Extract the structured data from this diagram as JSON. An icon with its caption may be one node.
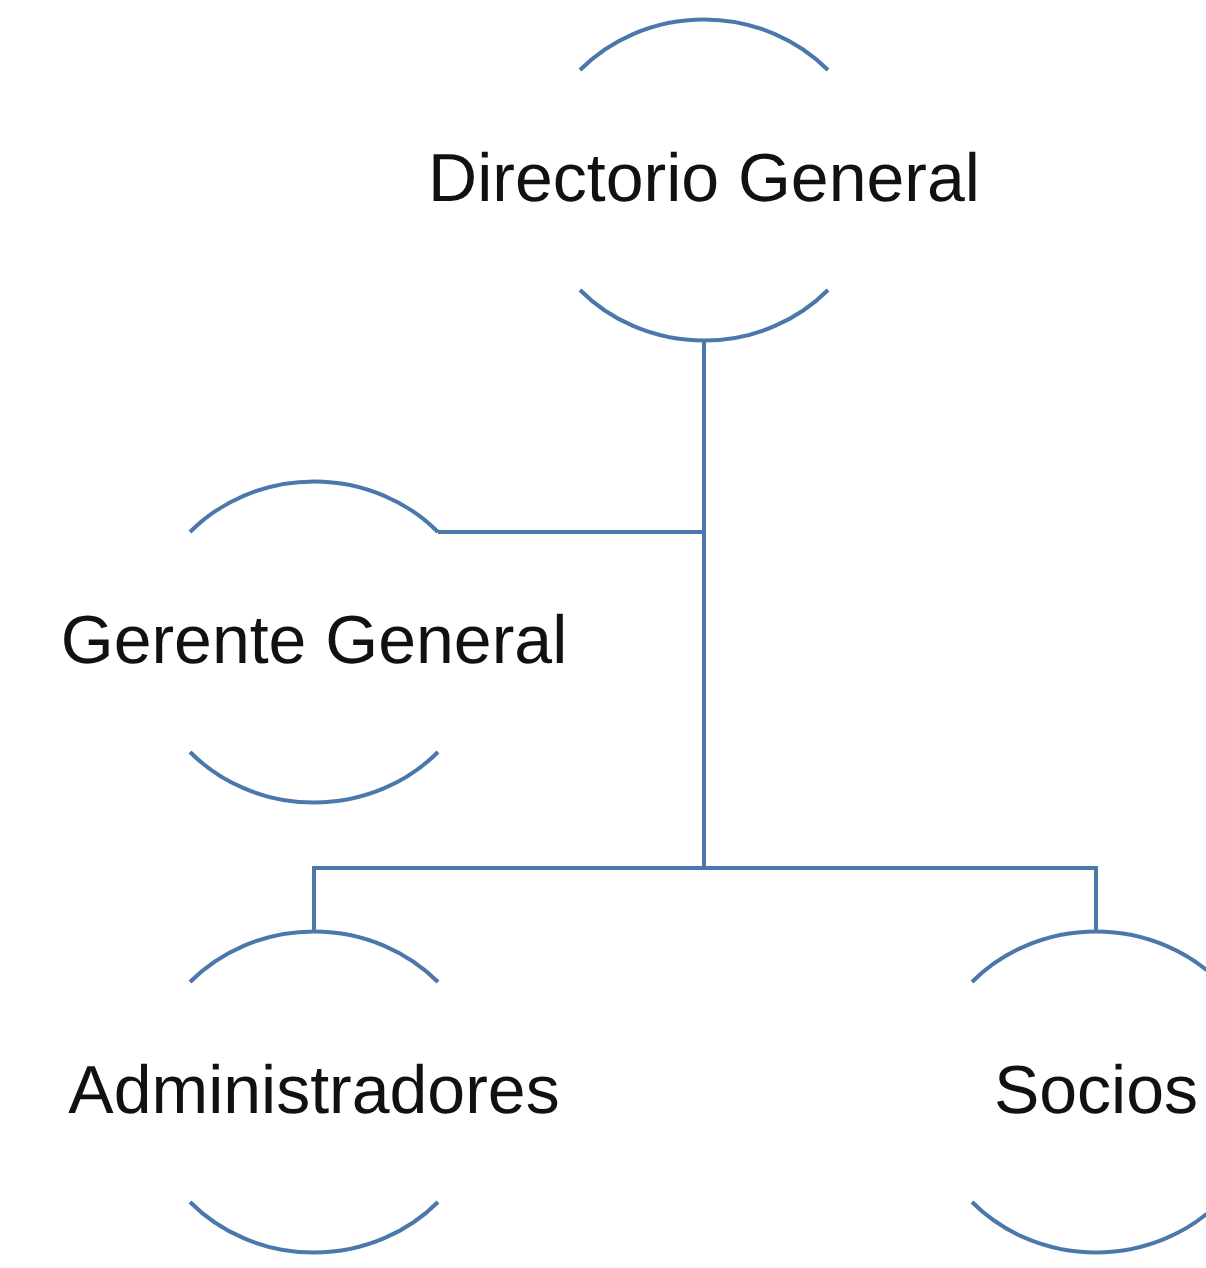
{
  "diagram": {
    "nodes": [
      {
        "text": [
          "Directorio General"
        ]
      },
      {
        "text": [
          "Gerente General"
        ]
      },
      {
        "text": [
          "Administradores"
        ]
      },
      {
        "text": [
          "Socios"
        ]
      }
    ],
    "edges": [
      {
        "from": 0,
        "to": 1,
        "arrow": "none"
      },
      {
        "from": 0,
        "to": 2,
        "arrow": "none"
      },
      {
        "from": 0,
        "to": 3,
        "arrow": "none"
      }
    ]
  }
}
